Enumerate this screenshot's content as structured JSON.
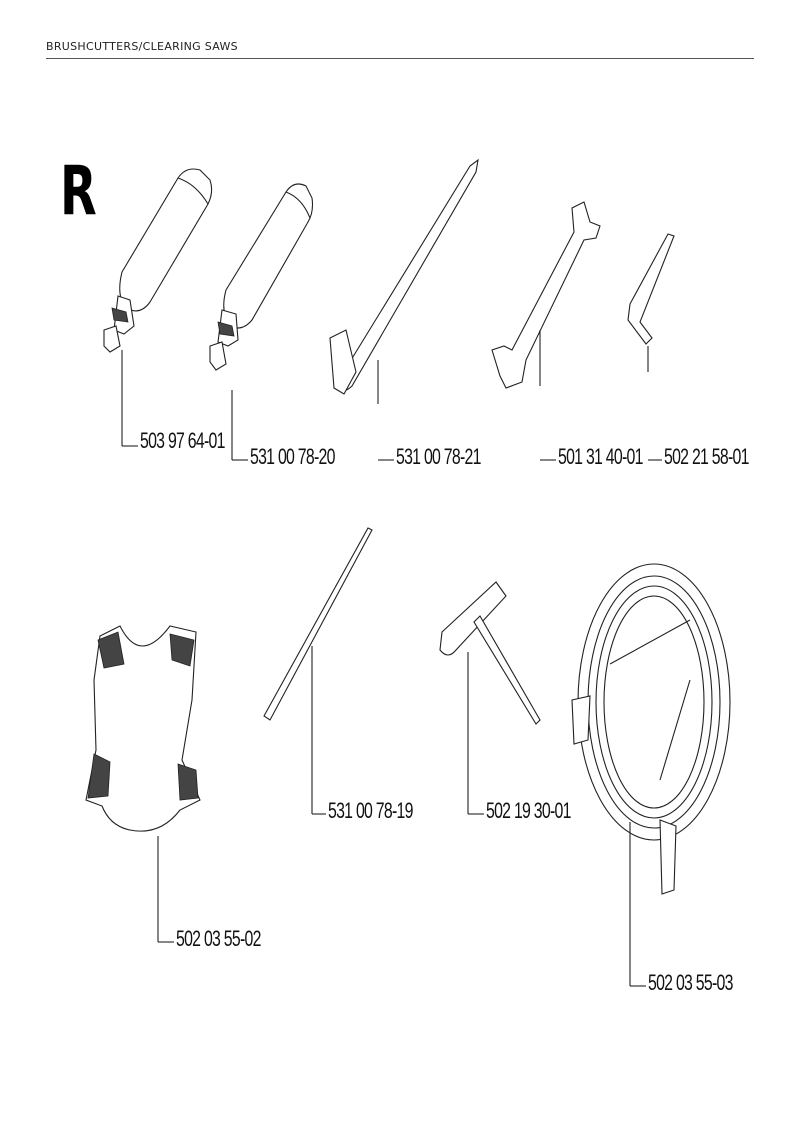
{
  "header": {
    "title": "BRUSHCUTTERS/CLEARING SAWS"
  },
  "section": {
    "letter": "R"
  },
  "parts": [
    {
      "part_number": "503 97 64-01",
      "icon": "grease-tube-icon"
    },
    {
      "part_number": "531 00 78-20",
      "icon": "grease-tube-icon"
    },
    {
      "part_number": "531 00 78-21",
      "icon": "socket-wrench-icon"
    },
    {
      "part_number": "501 31 40-01",
      "icon": "combination-spanner-icon"
    },
    {
      "part_number": "502 21 58-01",
      "icon": "hex-key-icon"
    },
    {
      "part_number": "502 03 55-02",
      "icon": "harness-vest-icon"
    },
    {
      "part_number": "531 00 78-19",
      "icon": "locking-pin-icon"
    },
    {
      "part_number": "502 19 30-01",
      "icon": "combination-spanner-screwdriver-icon"
    },
    {
      "part_number": "502 03 55-03",
      "icon": "trimmer-line-icon"
    }
  ]
}
